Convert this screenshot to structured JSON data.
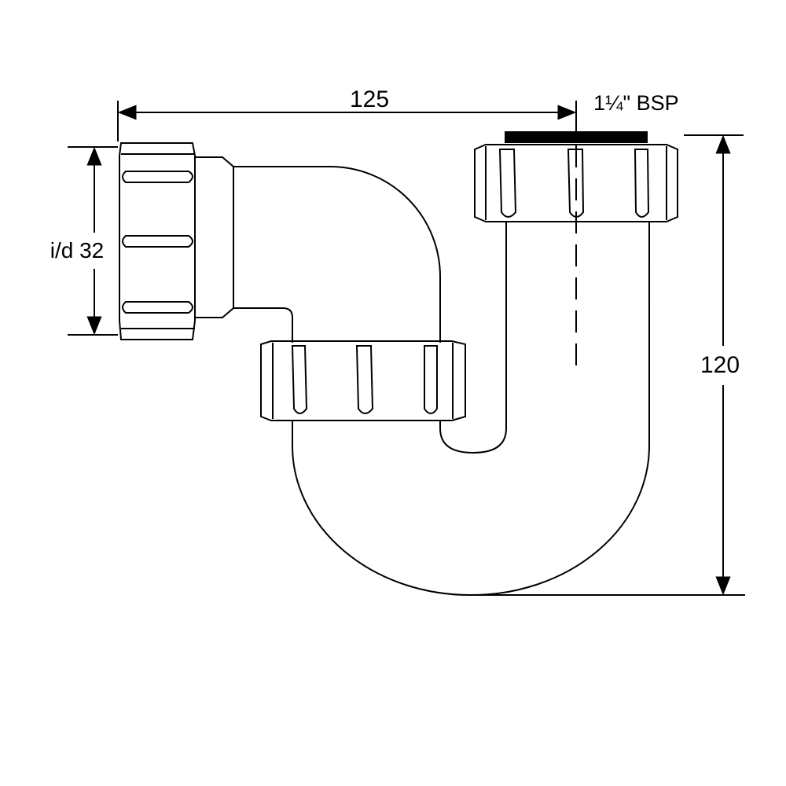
{
  "dimensions": {
    "width_label": "125",
    "thread_label": "1¼\" BSP",
    "diameter_label": "i/d 32",
    "height_label": "120"
  },
  "colors": {
    "line": "#000000",
    "background": "#ffffff"
  }
}
